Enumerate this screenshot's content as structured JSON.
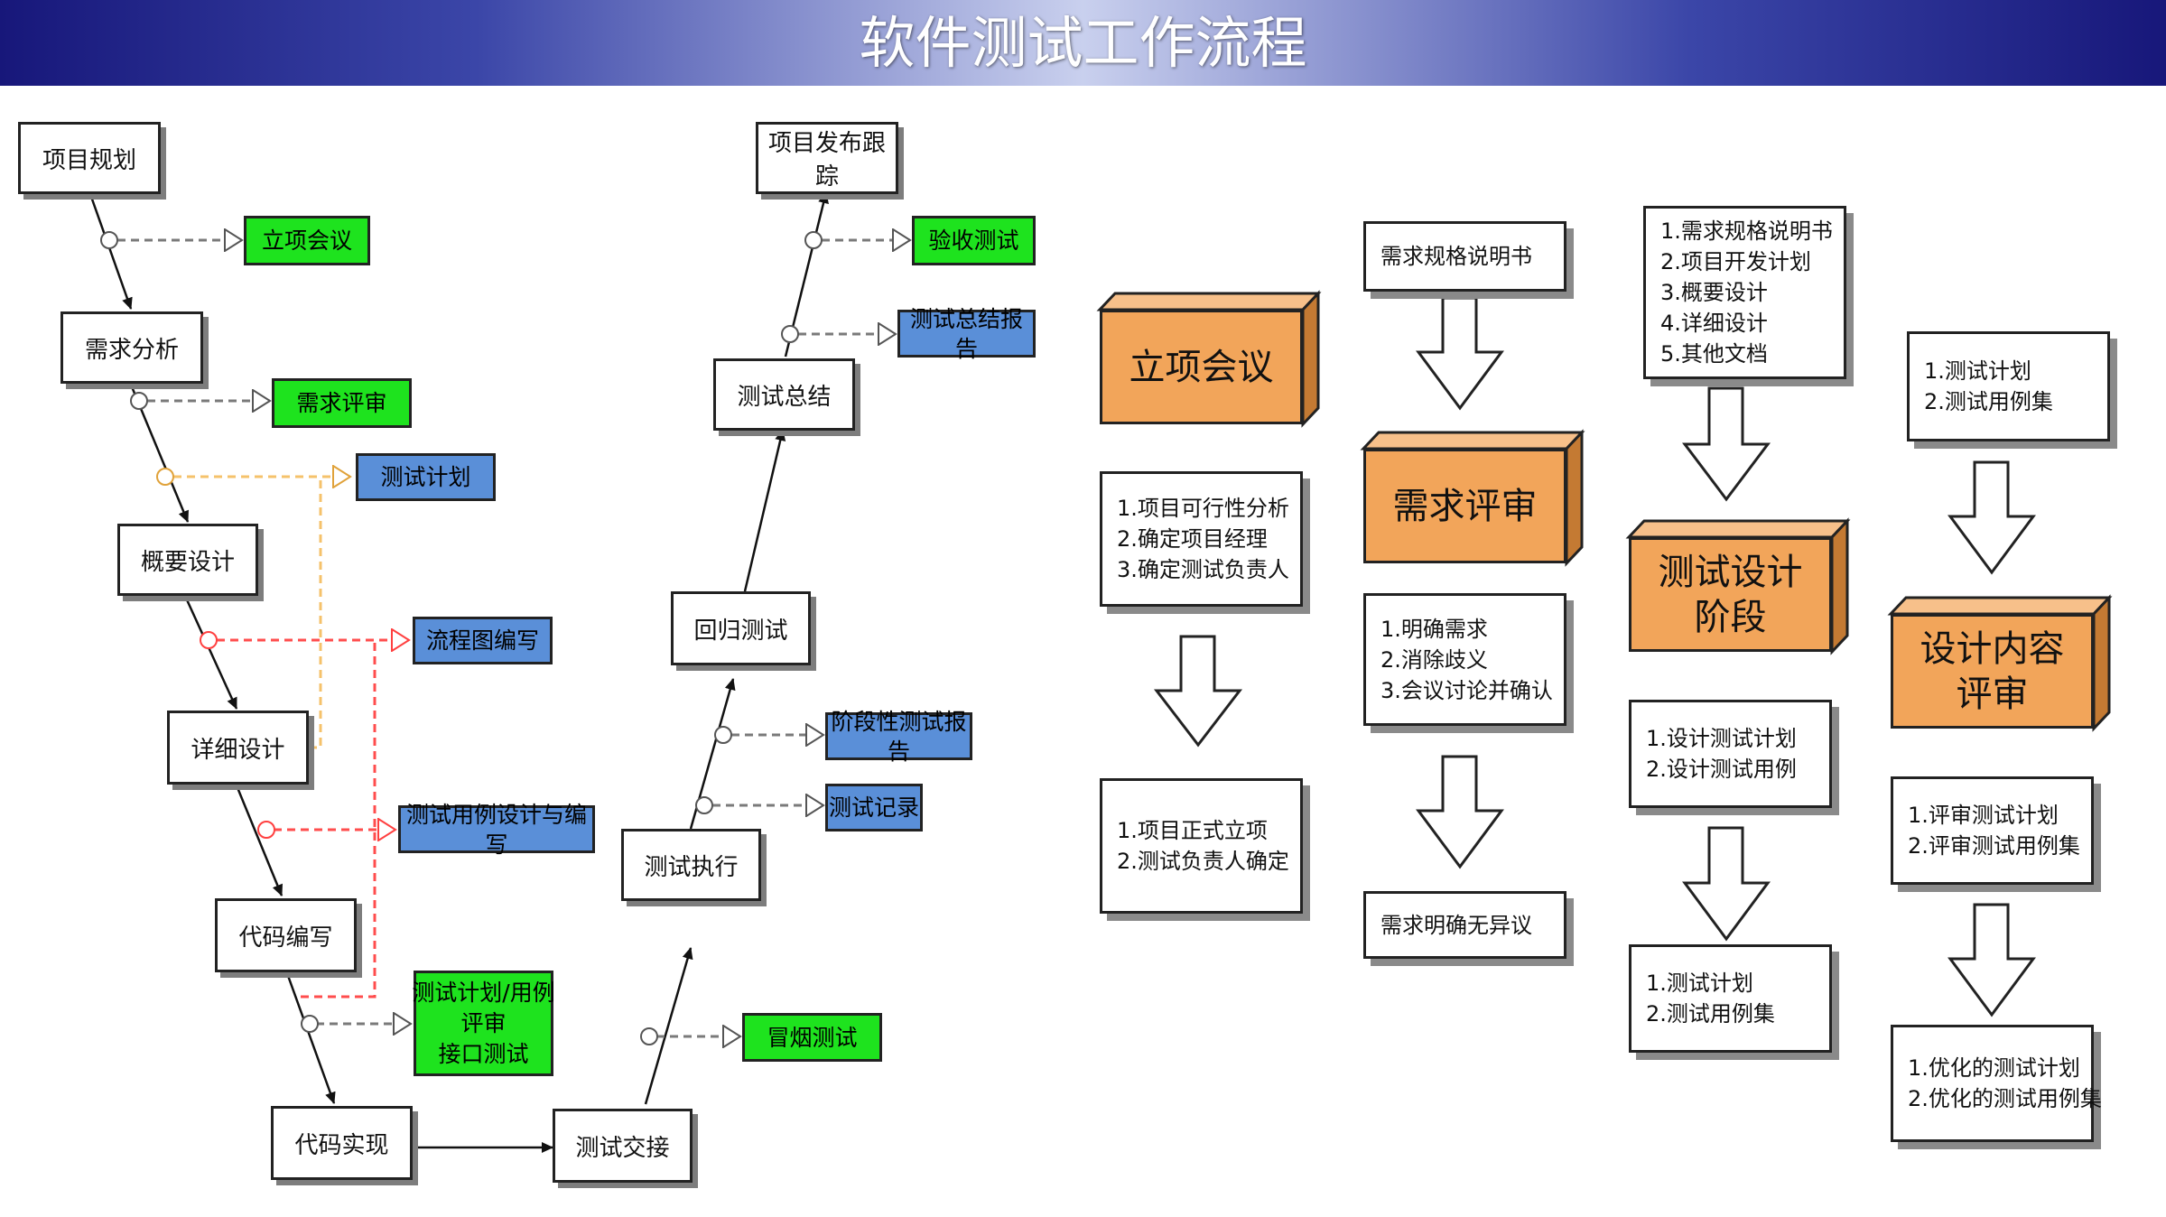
{
  "title": "软件测试工作流程",
  "left_flow": {
    "nodes": {
      "xmgh": "项目规划",
      "xqfx": "需求分析",
      "gysj": "概要设计",
      "xxsj": "详细设计",
      "dmbx": "代码编写",
      "dmsx": "代码实现",
      "csjj": "测试交接",
      "cszx": "测试执行",
      "hgcs": "回归测试",
      "cszj": "测试总结",
      "xmfb": "项目发布跟踪"
    },
    "tags": {
      "lxhy": "立项会议",
      "xqps": "需求评审",
      "csjh": "测试计划",
      "lctbx": "流程图编写",
      "csylsj": "测试用例设计与编写",
      "psjk": "测试计划/用例\n评审\n接口测试",
      "mycs": "冒烟测试",
      "csjl": "测试记录",
      "jdxbg": "阶段性测试报告",
      "cszjbg": "测试总结报告",
      "yscs": "验收测试"
    }
  },
  "right_flow": {
    "col1": {
      "stage": "立项会议",
      "items": "1.项目可行性分析\n2.确定项目经理\n3.确定测试负责人",
      "result": "1.项目正式立项\n2.测试负责人确定"
    },
    "col2": {
      "input": "需求规格说明书",
      "stage": "需求评审",
      "items": "1.明确需求\n2.消除歧义\n3.会议讨论并确认",
      "result": "需求明确无异议"
    },
    "col3": {
      "input": "1.需求规格说明书\n2.项目开发计划\n3.概要设计\n4.详细设计\n5.其他文档",
      "stage": "测试设计\n阶段",
      "items": "1.设计测试计划\n2.设计测试用例",
      "result": "1.测试计划\n2.测试用例集"
    },
    "col4": {
      "input": "1.测试计划\n2.测试用例集",
      "stage": "设计内容\n评审",
      "items": "1.评审测试计划\n2.评审测试用例集",
      "result": "1.优化的测试计划\n2.优化的测试用例集"
    }
  },
  "colors": {
    "tag_green": "#1ee31e",
    "tag_blue": "#5a8fd8",
    "stage_orange": "#f2a55a",
    "dash_gray": "#7a7a7a",
    "dash_orange": "#f5c26b",
    "dash_red": "#ff4d4d"
  }
}
